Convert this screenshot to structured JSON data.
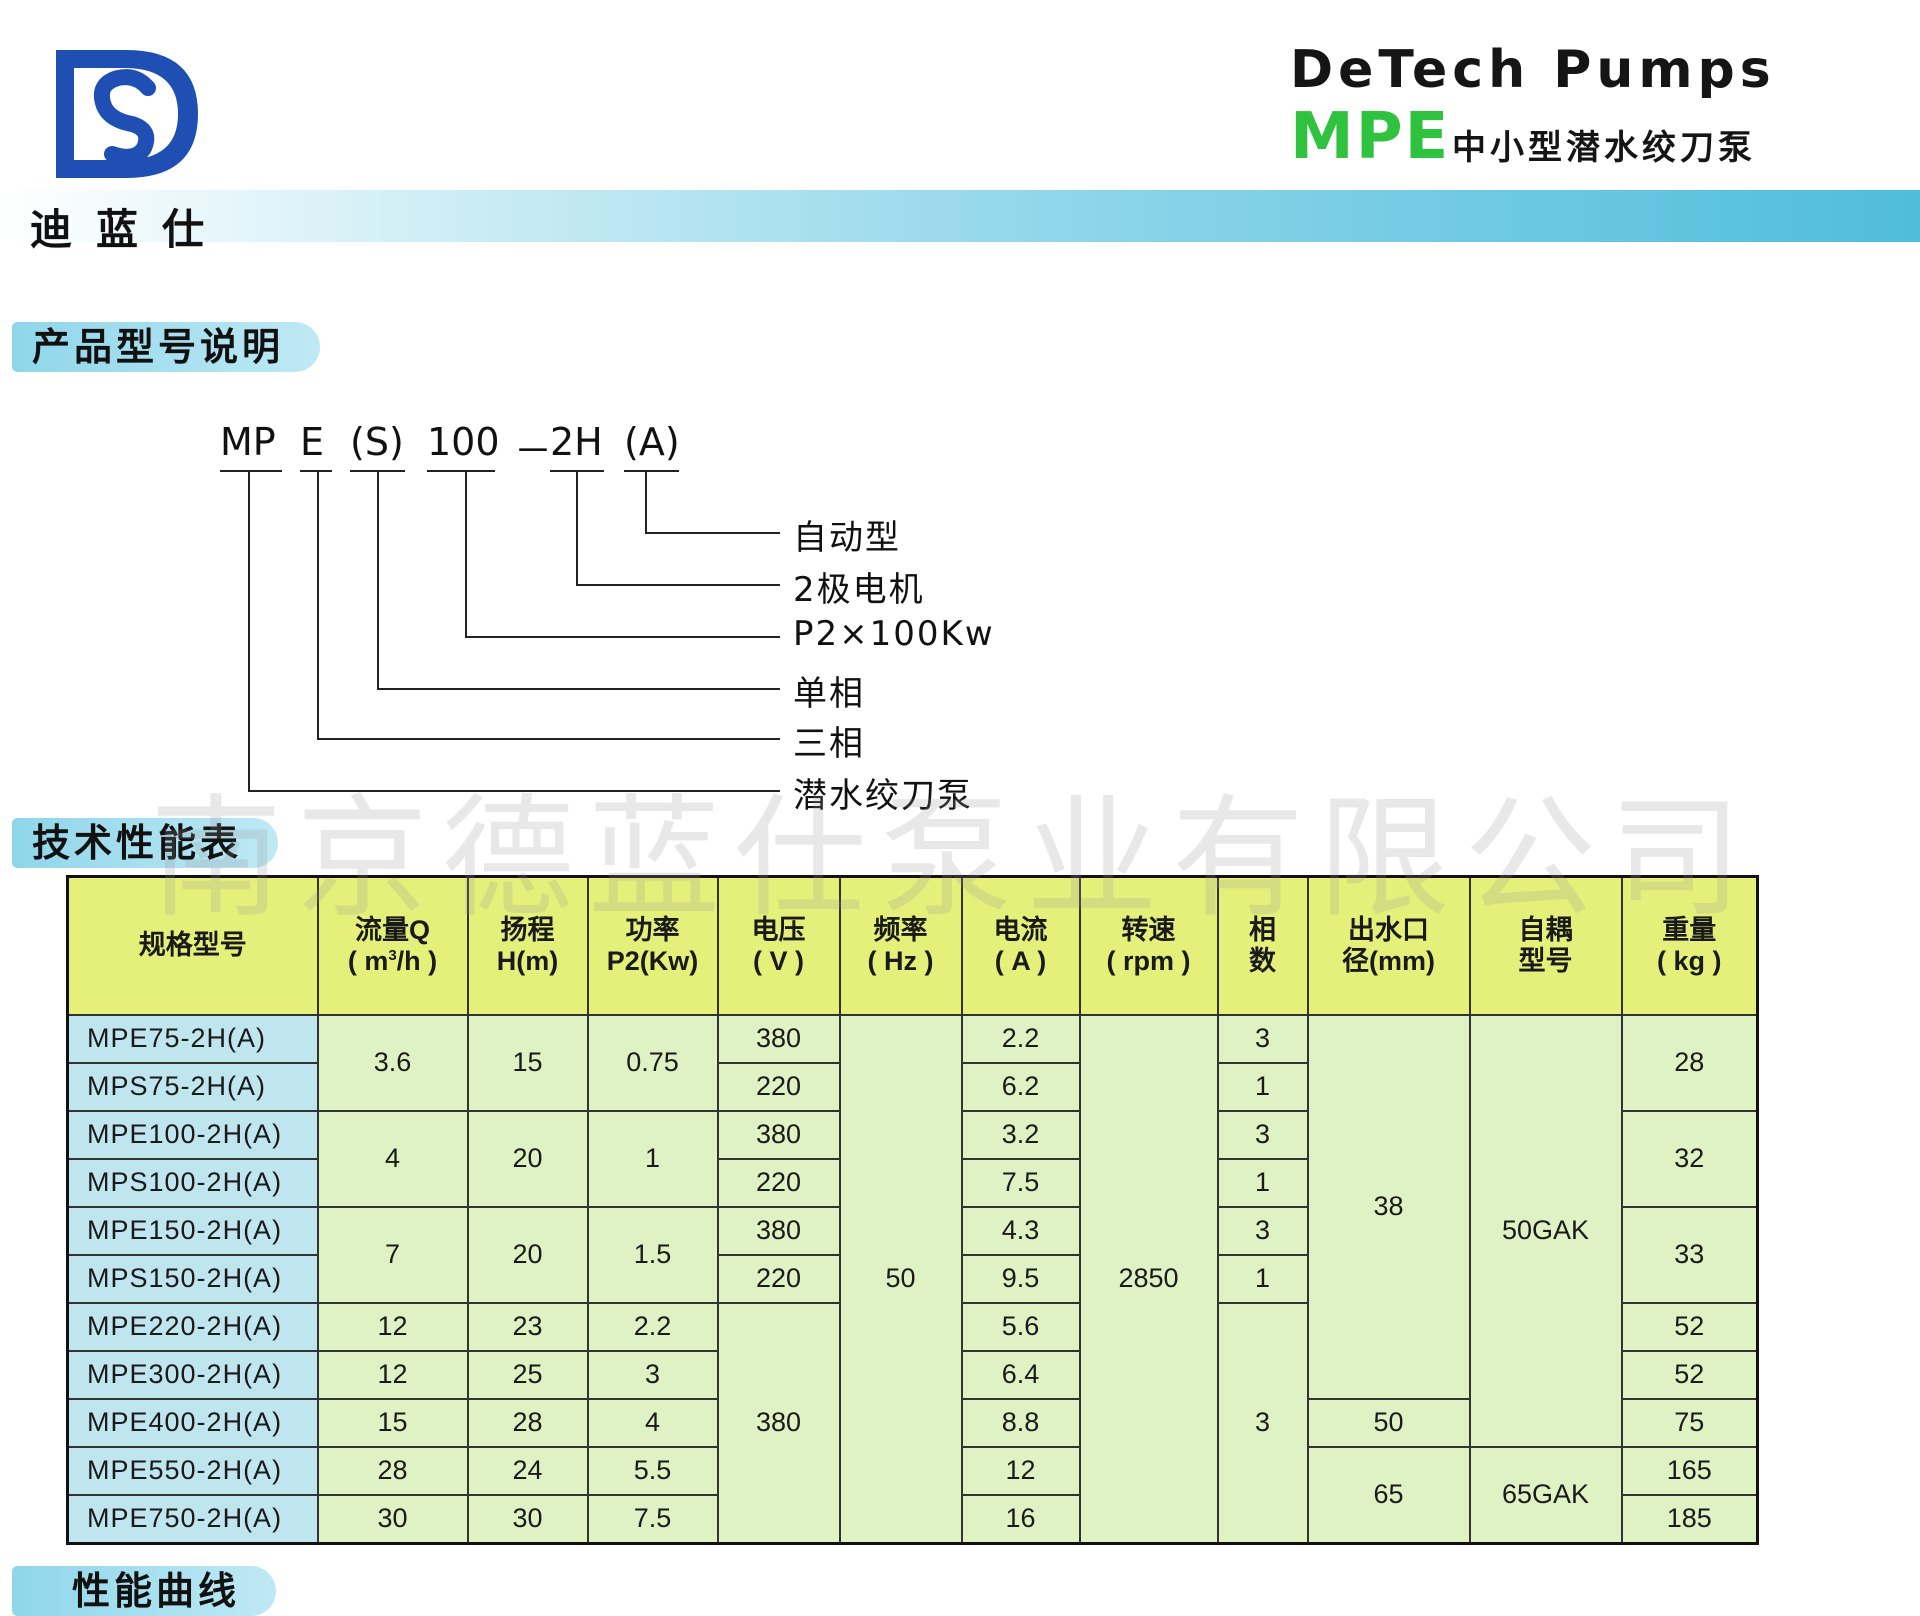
{
  "brand": {
    "logo_letters": "DS",
    "name_cn": "迪蓝仕",
    "title_en": "DeTech Pumps",
    "title_model": "MPE",
    "title_cn": "中小型潜水绞刀泵",
    "accent_green": "#2fc23f",
    "accent_blue": "#1f4fb3"
  },
  "sections": {
    "model_explanation": "产品型号说明",
    "performance_table": "技术性能表",
    "performance_curve": "性能曲线"
  },
  "model_code": {
    "parts": [
      "MP",
      "E",
      "(S)",
      "100",
      "－",
      "2H",
      "(A)"
    ],
    "descriptions": [
      "自动型",
      "2极电机",
      "P2×100Kw",
      "单相",
      "三相",
      "潜水绞刀泵"
    ]
  },
  "watermark": "南京德蓝仕泵业有限公司",
  "table": {
    "headers": {
      "model": "规格型号",
      "flow": "流量Q",
      "flow_unit_a": "( m",
      "flow_unit_sup": "3",
      "flow_unit_b": "/h )",
      "head": "扬程",
      "head_unit": "H(m)",
      "power": "功率",
      "power_unit": "P2(Kw)",
      "voltage": "电压",
      "voltage_unit": "( V )",
      "freq": "频率",
      "freq_unit": "( Hz )",
      "current": "电流",
      "current_unit": "( A )",
      "speed": "转速",
      "speed_unit": "( rpm )",
      "phase": "相",
      "phase_b": "数",
      "outlet": "出水口",
      "outlet_b": "径(mm)",
      "coupling": "自耦",
      "coupling_b": "型号",
      "weight": "重量",
      "weight_unit": "( kg )"
    },
    "models": [
      "MPE75-2H(A)",
      "MPS75-2H(A)",
      "MPE100-2H(A)",
      "MPS100-2H(A)",
      "MPE150-2H(A)",
      "MPS150-2H(A)",
      "MPE220-2H(A)",
      "MPE300-2H(A)",
      "MPE400-2H(A)",
      "MPE550-2H(A)",
      "MPE750-2H(A)"
    ],
    "flow": [
      "3.6",
      "4",
      "7",
      "12",
      "12",
      "15",
      "28",
      "30"
    ],
    "head": [
      "15",
      "20",
      "20",
      "23",
      "25",
      "28",
      "24",
      "30"
    ],
    "power": [
      "0.75",
      "1",
      "1.5",
      "2.2",
      "3",
      "4",
      "5.5",
      "7.5"
    ],
    "voltage": [
      "380",
      "220",
      "380",
      "220",
      "380",
      "220",
      "380"
    ],
    "frequency": "50",
    "current": [
      "2.2",
      "6.2",
      "3.2",
      "7.5",
      "4.3",
      "9.5",
      "5.6",
      "6.4",
      "8.8",
      "12",
      "16"
    ],
    "speed": "2850",
    "phase": [
      "3",
      "1",
      "3",
      "1",
      "3",
      "1",
      "3"
    ],
    "outlet": [
      "38",
      "50",
      "65"
    ],
    "coupling": [
      "50GAK",
      "65GAK"
    ],
    "weight": [
      "28",
      "32",
      "33",
      "52",
      "52",
      "75",
      "165",
      "185"
    ]
  }
}
